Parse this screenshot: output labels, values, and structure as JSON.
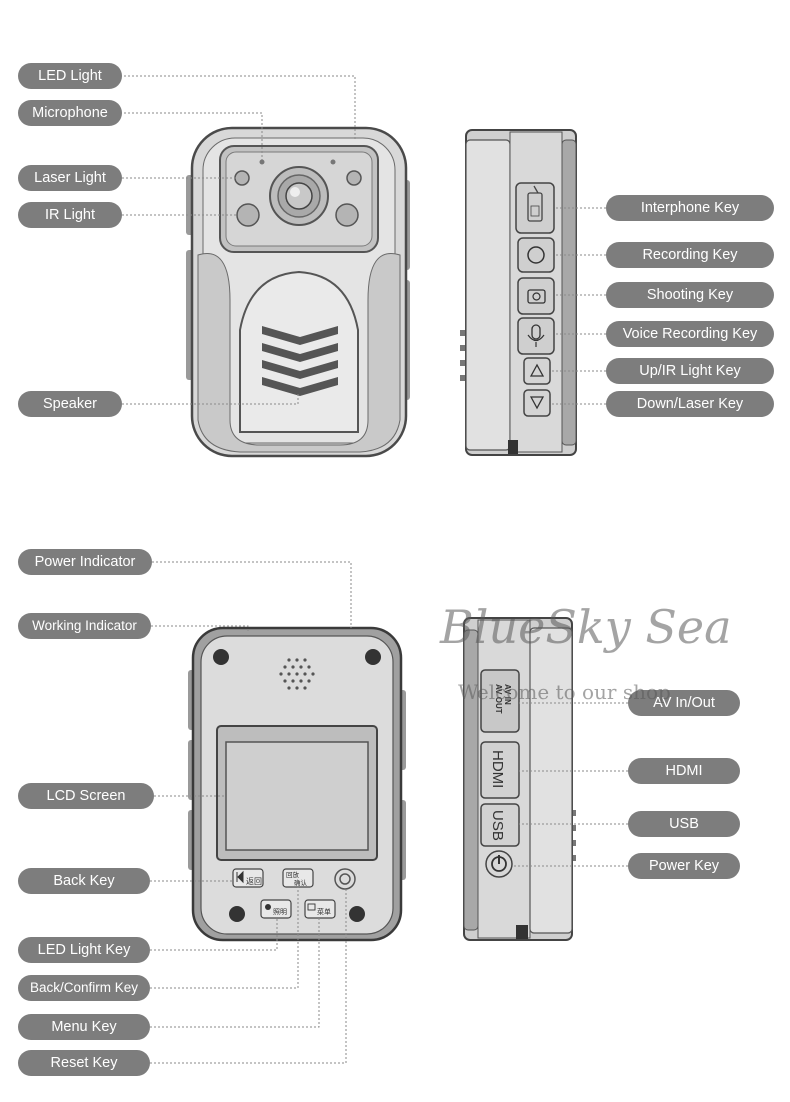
{
  "front_view": {
    "labels": {
      "led_light": "LED Light",
      "microphone": "Microphone",
      "laser_light": "Laser Light",
      "ir_light": "IR Light",
      "speaker": "Speaker"
    }
  },
  "side_view": {
    "labels": {
      "interphone_key": "Interphone Key",
      "recording_key": "Recording Key",
      "shooting_key": "Shooting Key",
      "voice_recording_key": "Voice Recording Key",
      "up_ir_light_key": "Up/IR Light Key",
      "down_laser_key": "Down/Laser Key"
    }
  },
  "back_view": {
    "labels": {
      "power_indicator": "Power Indicator",
      "working_indicator": "Working Indicator",
      "lcd_screen": "LCD Screen",
      "back_key": "Back Key",
      "led_light_key": "LED Light Key",
      "back_confirm_key": "Back/Confirm Key",
      "menu_key": "Menu Key",
      "reset_key": "Reset Key"
    },
    "button_text": {
      "back": "返回",
      "playback_confirm_1": "回放",
      "playback_confirm_2": "确认",
      "led": "照明",
      "menu": "菜单"
    }
  },
  "port_side_view": {
    "labels": {
      "av_in_out": "AV In/Out",
      "hdmi": "HDMI",
      "usb": "USB",
      "power_key": "Power Key"
    },
    "port_text": {
      "av_in": "AV IN",
      "av_out": "AV OUT",
      "hdmi": "HDMI",
      "usb": "USB"
    }
  },
  "watermark": {
    "script": "BlueSky Sea",
    "welcome": "Welcome to our shop"
  },
  "colors": {
    "label_pill": "#7d7d7d",
    "device_body": "#dadada",
    "device_frame": "#4a4a4a",
    "leader_line": "#8a8a8a"
  }
}
